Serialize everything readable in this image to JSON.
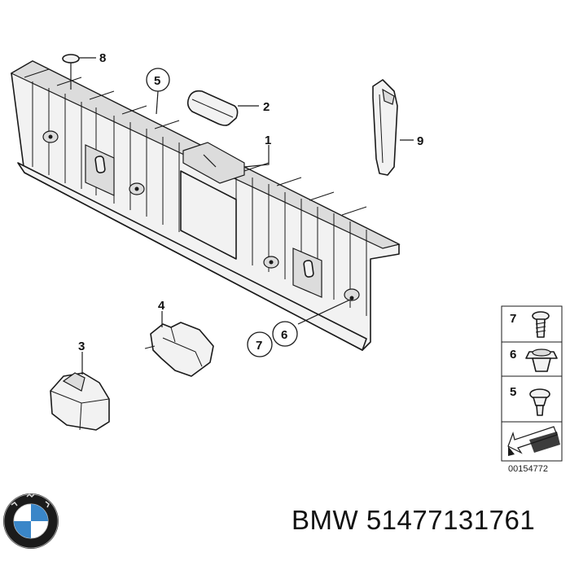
{
  "callouts": {
    "c1": "1",
    "c2": "2",
    "c3": "3",
    "c4": "4",
    "c5": "5",
    "c6": "6",
    "c7": "7",
    "c8": "8",
    "c9": "9"
  },
  "legend": {
    "items": [
      {
        "number": "7",
        "icon": "screw-icon"
      },
      {
        "number": "6",
        "icon": "grommet-icon"
      },
      {
        "number": "5",
        "icon": "expanding-rivet-icon"
      }
    ],
    "arrow_icon": "direction-arrow-icon",
    "diagram_code": "00154772"
  },
  "footer": {
    "logo_icon": "bmw-logo-icon",
    "brand": "BMW",
    "part_number": "51477131761",
    "caption": "BMW 51477131761"
  }
}
